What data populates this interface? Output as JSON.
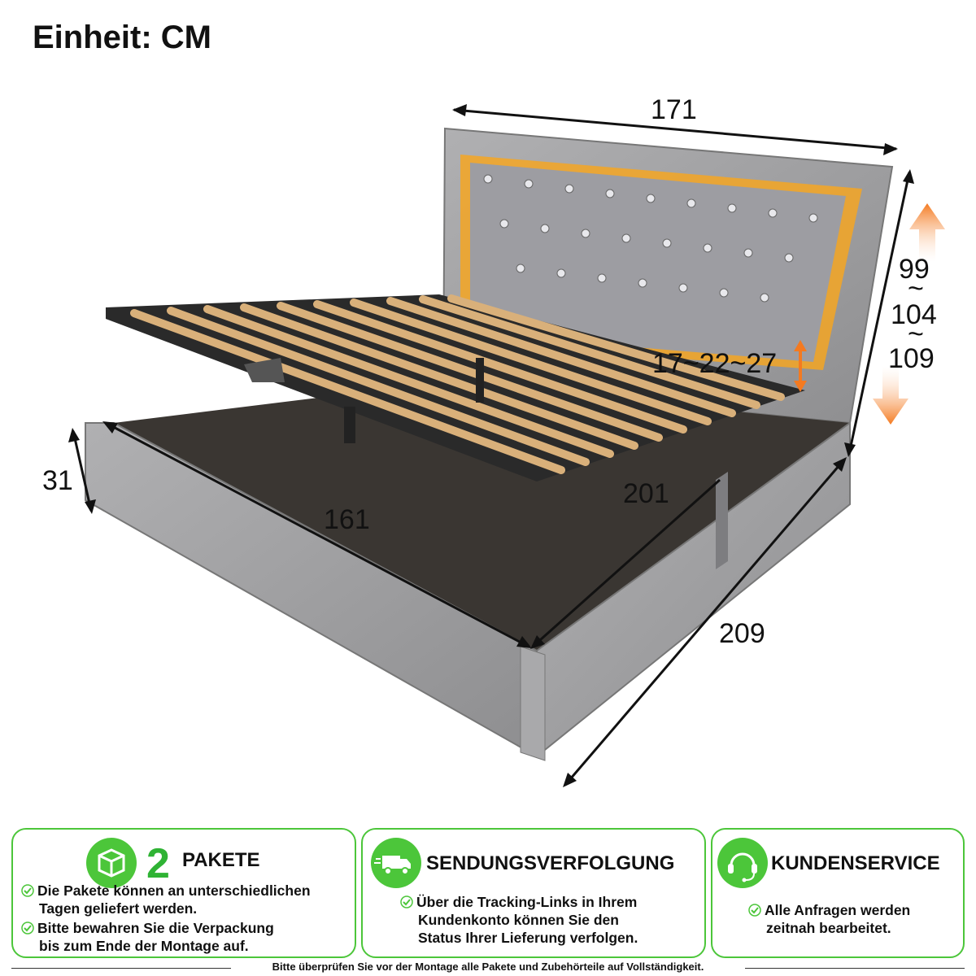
{
  "unit_label": "Einheit: CM",
  "dimensions": {
    "headboard_width": "171",
    "headboard_height_1": "99",
    "headboard_height_2": "104",
    "headboard_height_3": "109",
    "tilde": "~",
    "led_adjust": "17~22~27",
    "frame_height": "31",
    "inner_width": "161",
    "inner_length": "201",
    "total_length": "209"
  },
  "panels": [
    {
      "number": "2",
      "title": "PAKETE",
      "icon": "package-icon",
      "bullets": [
        [
          "Die Pakete können an unterschiedlichen",
          "Tagen geliefert werden."
        ],
        [
          "Bitte bewahren Sie die Verpackung",
          "bis zum Ende der Montage auf."
        ]
      ]
    },
    {
      "title": "SENDUNGSVERFOLGUNG",
      "icon": "delivery-truck-icon",
      "bullets": [
        [
          "Über die Tracking-Links in Ihrem",
          "Kundenkonto können Sie den",
          "Status Ihrer Lieferung verfolgen."
        ]
      ]
    },
    {
      "title": "KUNDENSERVICE",
      "icon": "headset-icon",
      "bullets": [
        [
          "Alle Anfragen werden",
          "zeitnah bearbeitet."
        ]
      ]
    }
  ],
  "footer_note": "Bitte überprüfen Sie vor der Montage alle Pakete und Zubehörteile auf Vollständigkeit.",
  "colors": {
    "accent": "#4cc63a",
    "fabric": "#9a9a9c",
    "led": "#f5a623",
    "slat": "#d9b07a",
    "arrow": "#f47a20"
  }
}
